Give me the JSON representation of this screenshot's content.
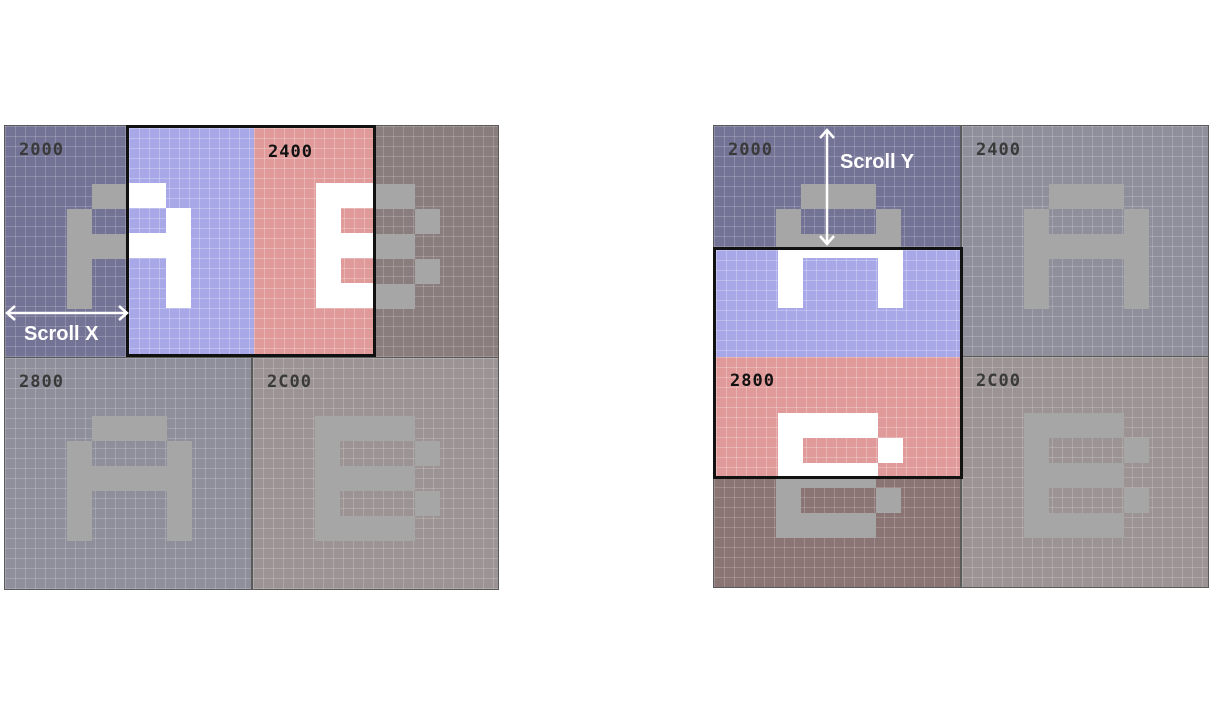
{
  "left_diagram": {
    "tiles": [
      {
        "address": "2000",
        "letter": "A",
        "color": "#737396"
      },
      {
        "address": "2400",
        "letter": "B",
        "color": "#8a7d7d"
      },
      {
        "address": "2800",
        "letter": "A",
        "color": "#8f8f9b"
      },
      {
        "address": "2C00",
        "letter": "B",
        "color": "#9c9494"
      }
    ],
    "viewport_a_color": "#a8a8e8",
    "viewport_b_color": "#e09a9a",
    "scroll_label": "Scroll X"
  },
  "right_diagram": {
    "tiles": [
      {
        "address": "2000",
        "letter": "A",
        "color": "#737396"
      },
      {
        "address": "2400",
        "letter": "A",
        "color": "#8f8f9b"
      },
      {
        "address": "2800",
        "letter": "B",
        "color": "#8a7474"
      },
      {
        "address": "2C00",
        "letter": "B",
        "color": "#9c9494"
      }
    ],
    "viewport_a_color": "#a8a8e8",
    "viewport_b_color": "#e09a9a",
    "scroll_label": "Scroll Y"
  },
  "glyph_color_dim": "#a6a6a6",
  "glyph_color_bright": "#ffffff"
}
